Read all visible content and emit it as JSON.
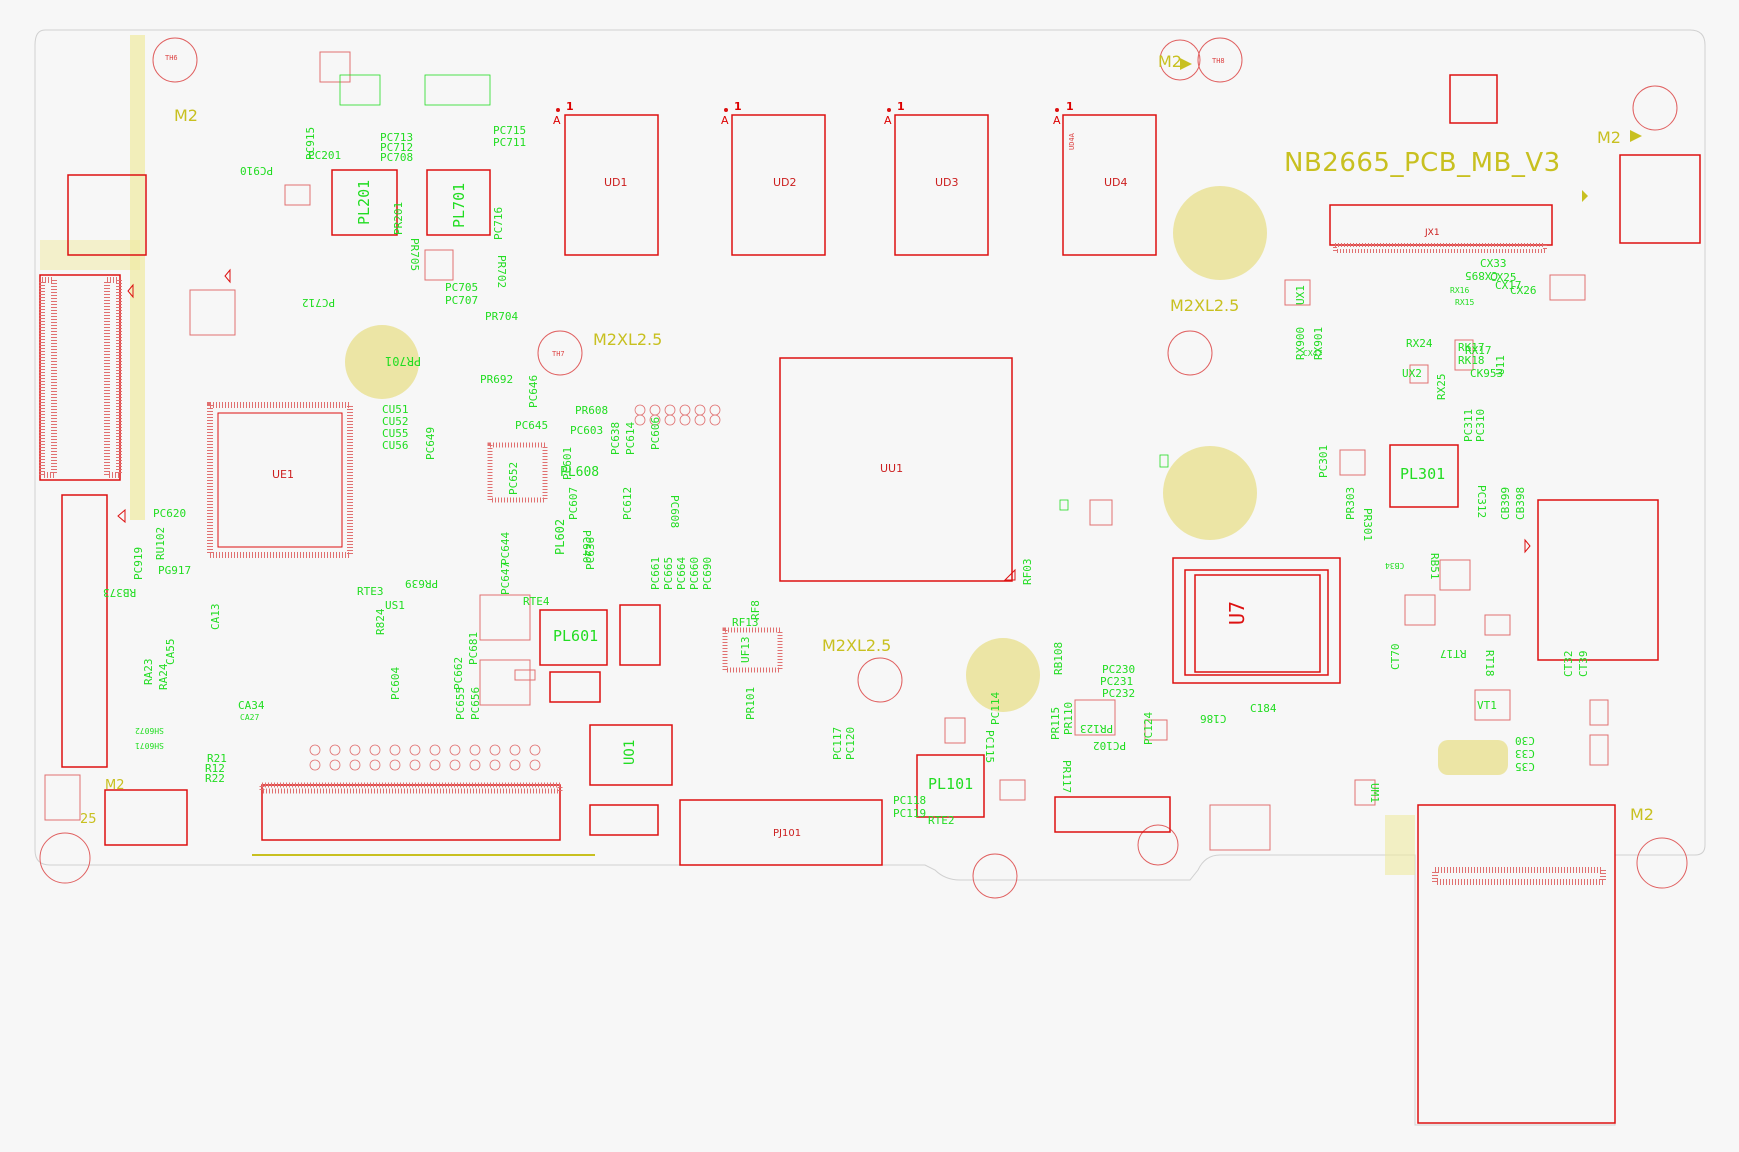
{
  "board": {
    "title": "NB2665_PCB_MB_V3",
    "colors": {
      "background": "#f7f7f7",
      "outline": "#cccccc",
      "copper": "#dd1111",
      "silk_ref": "#22dd22",
      "mech": "#c8c020",
      "pad_fill": "#e0d880"
    }
  },
  "mount_labels": [
    {
      "id": "m2-tl",
      "text": "M2"
    },
    {
      "id": "m2-top",
      "text": "M2"
    },
    {
      "id": "m2-tr",
      "text": "M2"
    },
    {
      "id": "m2-br",
      "text": "M2"
    },
    {
      "id": "m2-bl",
      "text": "M2"
    },
    {
      "id": "m2xl-1",
      "text": "M2XL2.5"
    },
    {
      "id": "m2xl-2",
      "text": "M2XL2.5"
    },
    {
      "id": "m2xl-3",
      "text": "M2XL2.5"
    },
    {
      "id": "bl-25",
      "text": "25"
    }
  ],
  "chips": [
    {
      "id": "ud1",
      "label": "UD1",
      "pin": "1",
      "pin_a": "A"
    },
    {
      "id": "ud2",
      "label": "UD2",
      "pin": "1",
      "pin_a": "A"
    },
    {
      "id": "ud3",
      "label": "UD3",
      "pin": "1",
      "pin_a": "A"
    },
    {
      "id": "ud4",
      "label": "UD4",
      "pin": "1",
      "pin_a": "A"
    },
    {
      "id": "uu1",
      "label": "UU1"
    },
    {
      "id": "ue1",
      "label": "UE1"
    },
    {
      "id": "u7",
      "label": "U7"
    },
    {
      "id": "pl201",
      "label": "PL201"
    },
    {
      "id": "pl701",
      "label": "PL701"
    },
    {
      "id": "pl601",
      "label": "PL601"
    },
    {
      "id": "pl301",
      "label": "PL301"
    },
    {
      "id": "pl608",
      "label": "PL608"
    },
    {
      "id": "pl101",
      "label": "PL101"
    },
    {
      "id": "uo1",
      "label": "UO1"
    },
    {
      "id": "jx1",
      "label": "JX1"
    },
    {
      "id": "pj101",
      "label": "PJ101"
    }
  ],
  "refs": [
    "PC715",
    "PC711",
    "PC713",
    "PC708",
    "PC712",
    "PC910",
    "PC915",
    "PC201",
    "PR201",
    "PC707",
    "PC705",
    "PR705",
    "PR702",
    "PC716",
    "PR704",
    "PR701",
    "PC712",
    "PR692",
    "PC646",
    "PC645",
    "PR608",
    "PC603",
    "PC638",
    "PC614",
    "PC606",
    "PC612",
    "PC608",
    "PC652",
    "PL602",
    "PC607",
    "PC647",
    "PC644",
    "PC636",
    "PC640",
    "PC661",
    "PC665",
    "PC664",
    "PC660",
    "PC690",
    "PC601",
    "PC655",
    "PC656",
    "PC662",
    "PC681",
    "PR639",
    "RTE3",
    "RTE4",
    "R824",
    "US1",
    "PC604",
    "CU51",
    "CU52",
    "CU55",
    "CU56",
    "PC649",
    "PC620",
    "RU102",
    "PC919",
    "PG917",
    "RB373",
    "RA23",
    "RA24",
    "CA55",
    "CA13",
    "CA34",
    "CA27",
    "SH6072",
    "SH6071",
    "R21",
    "R12",
    "R22",
    "RF13",
    "RF8",
    "UF13",
    "PR101",
    "PC117",
    "PC120",
    "PC118",
    "PC119",
    "RTE2",
    "PC114",
    "PC115",
    "RF03",
    "RB108",
    "PR115",
    "PR110",
    "PR123",
    "PC124",
    "PC102",
    "PR117",
    "PC230",
    "PC231",
    "PC232",
    "C186",
    "C184",
    "PC301",
    "PR303",
    "PR301",
    "PC311",
    "PC310",
    "CB399",
    "CB398",
    "PC312",
    "RB51",
    "CB34",
    "CT70",
    "RT17",
    "RT18",
    "VT1",
    "CT32",
    "CT39",
    "C30",
    "C33",
    "C35",
    "UM1",
    "RX17",
    "RX16",
    "RX15",
    "CX17",
    "CX895",
    "UX2",
    "RX900",
    "RX901",
    "RK17",
    "RK18",
    "CK953",
    "U11",
    "UX1",
    "RX24",
    "RX25",
    "CX47",
    "CX33",
    "CX25",
    "CX26",
    "UD4A",
    "TH6",
    "TH7",
    "TH8"
  ]
}
